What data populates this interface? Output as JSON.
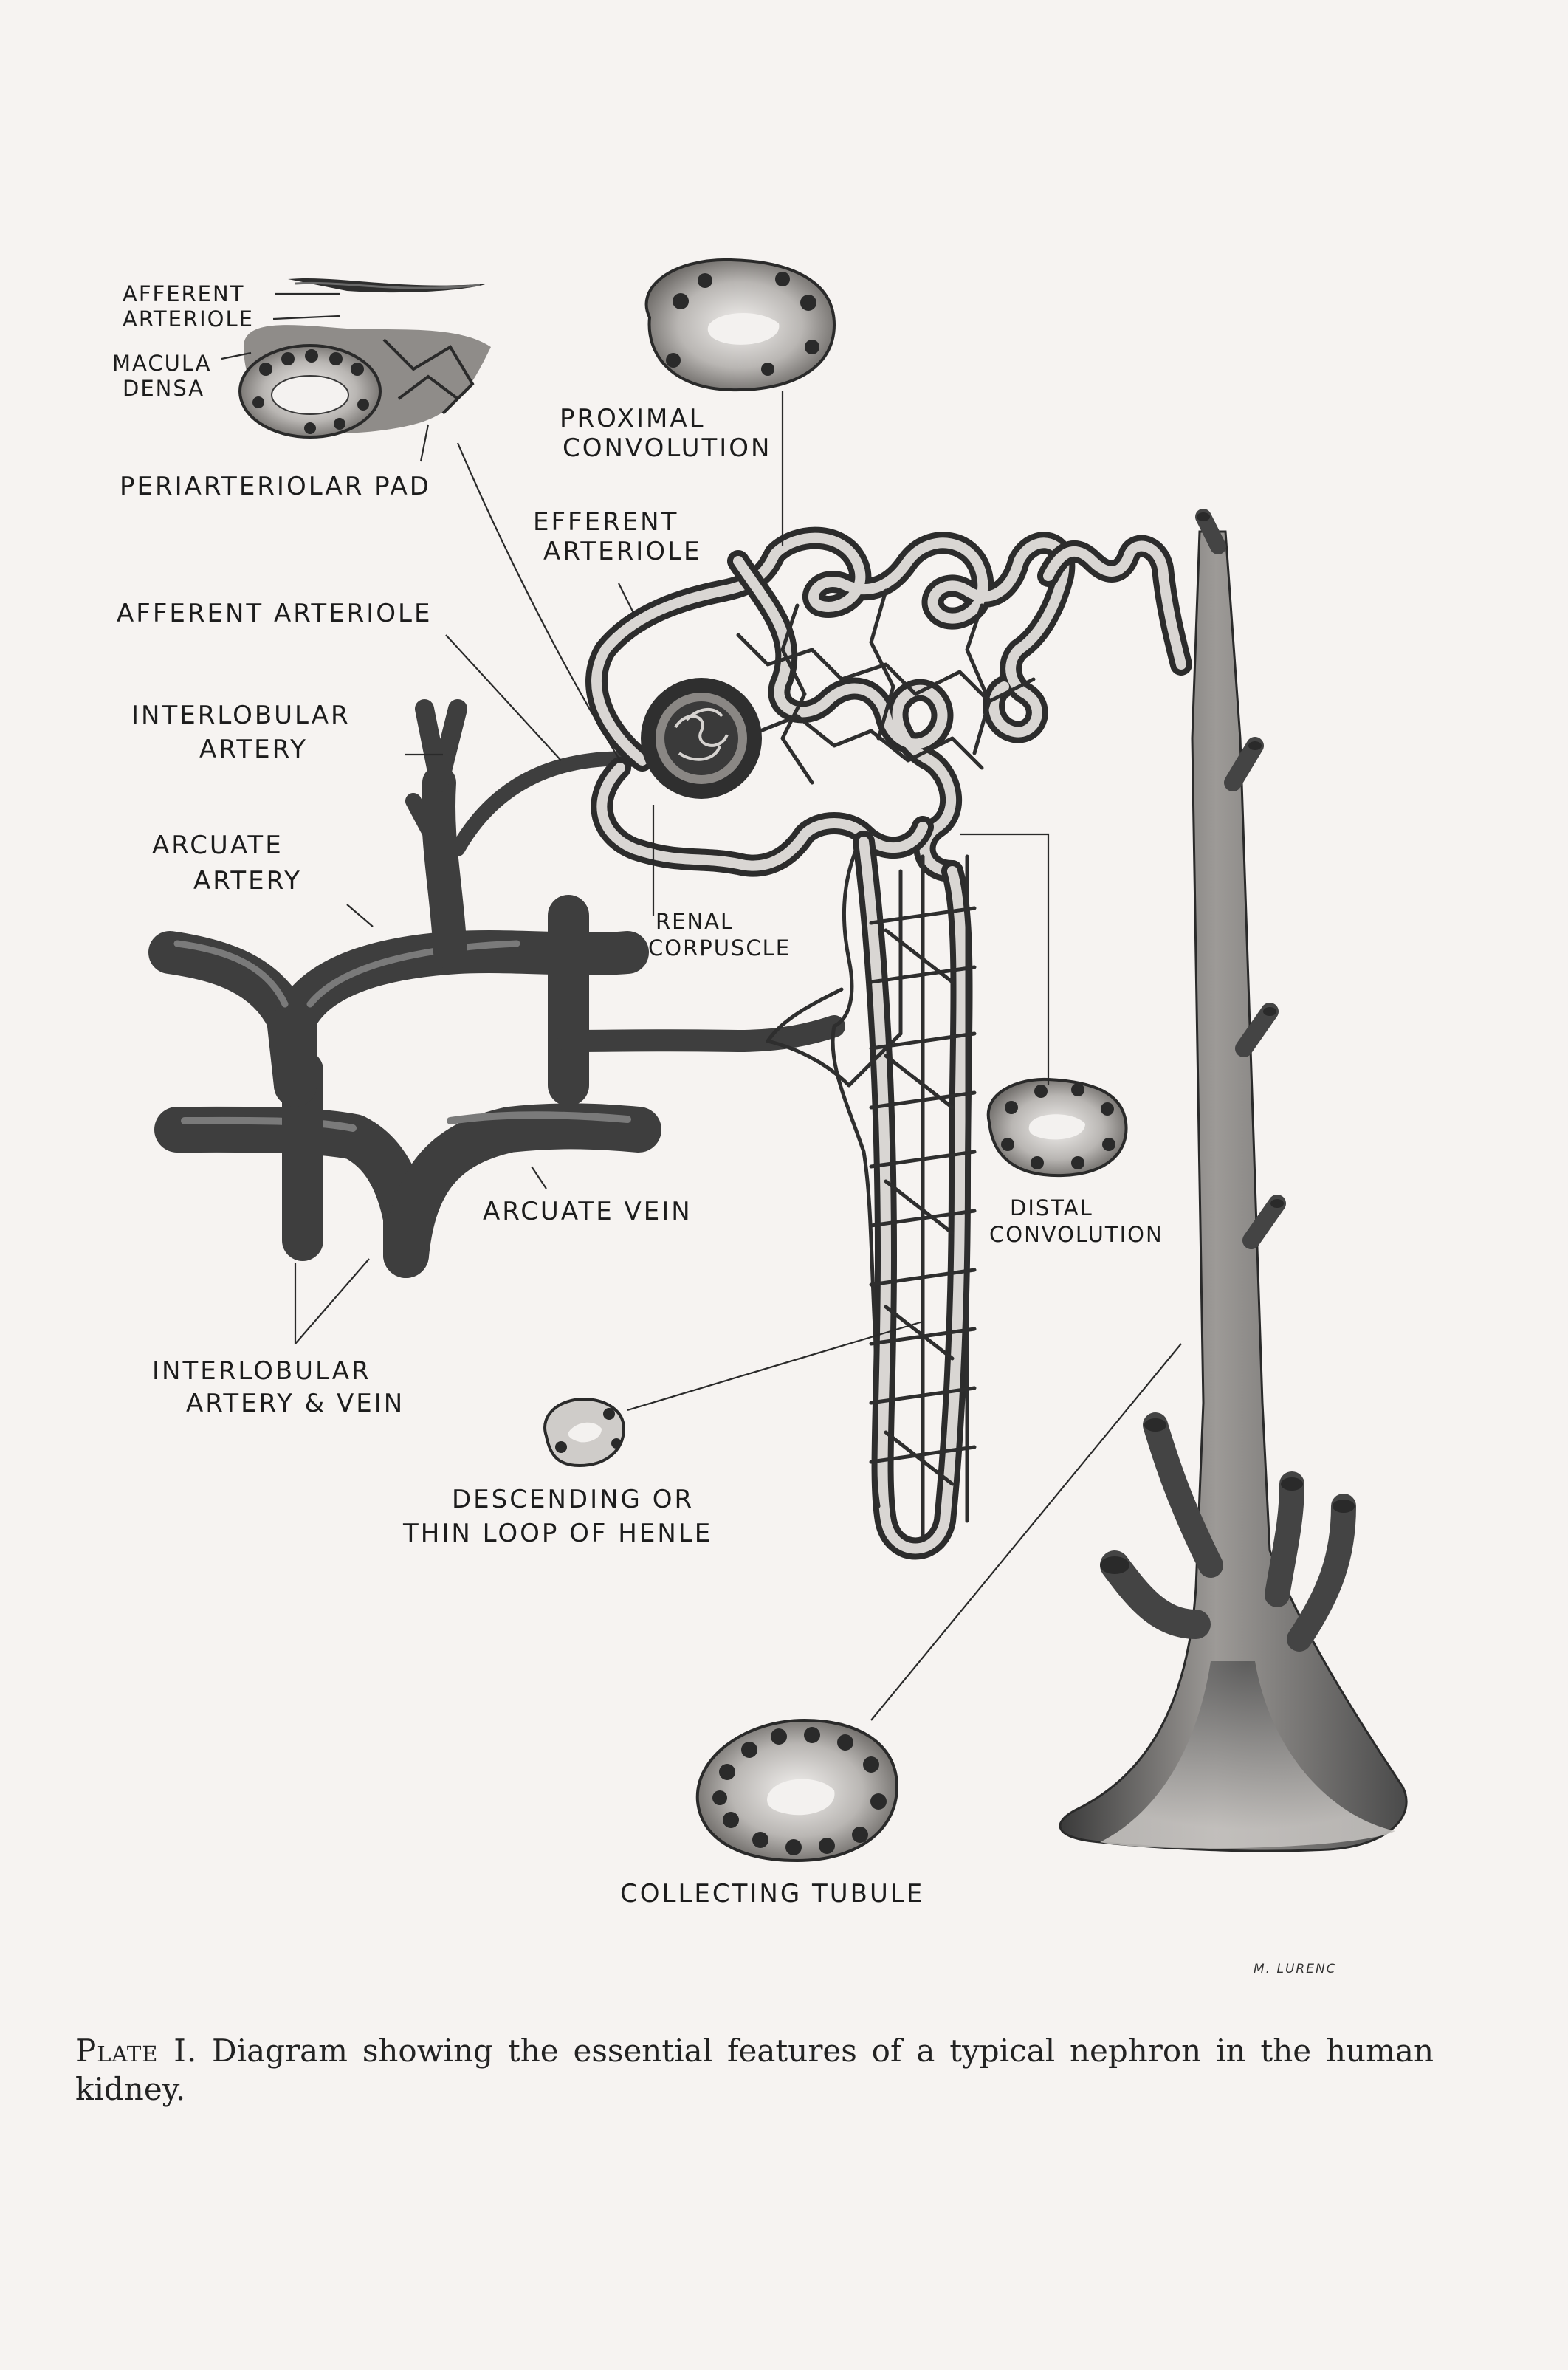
{
  "labels": {
    "afferent_arteriole_top": [
      "AFFERENT",
      "ARTERIOLE"
    ],
    "macula_densa": [
      "MACULA",
      "DENSA"
    ],
    "periarteriolar_pad": "PERIARTERIOLAR PAD",
    "proximal_convolution": [
      "PROXIMAL",
      "CONVOLUTION"
    ],
    "efferent_arteriole": [
      "EFFERENT",
      "ARTERIOLE"
    ],
    "afferent_arteriole": "AFFERENT ARTERIOLE",
    "interlobular_artery": [
      "INTERLOBULAR",
      "ARTERY"
    ],
    "arcuate_artery": [
      "ARCUATE",
      "ARTERY"
    ],
    "renal_corpuscle": [
      "RENAL",
      "CORPUSCLE"
    ],
    "arcuate_vein": "ARCUATE VEIN",
    "distal_convolution": [
      "DISTAL",
      "CONVOLUTION"
    ],
    "interlobular_artery_vein": [
      "INTERLOBULAR",
      "ARTERY & VEIN"
    ],
    "descending_loop": [
      "DESCENDING OR",
      "THIN LOOP OF HENLE"
    ],
    "collecting_tubule": "COLLECTING TUBULE"
  },
  "signature": "M. LURENC",
  "caption": {
    "lead": "Plate I.",
    "text": "Diagram showing the essential features of a typical nephron in the human kidney."
  },
  "colors": {
    "paper": "#f6f3f1",
    "ink": "#1c1c1c",
    "vessel": "#3e3e3e"
  }
}
